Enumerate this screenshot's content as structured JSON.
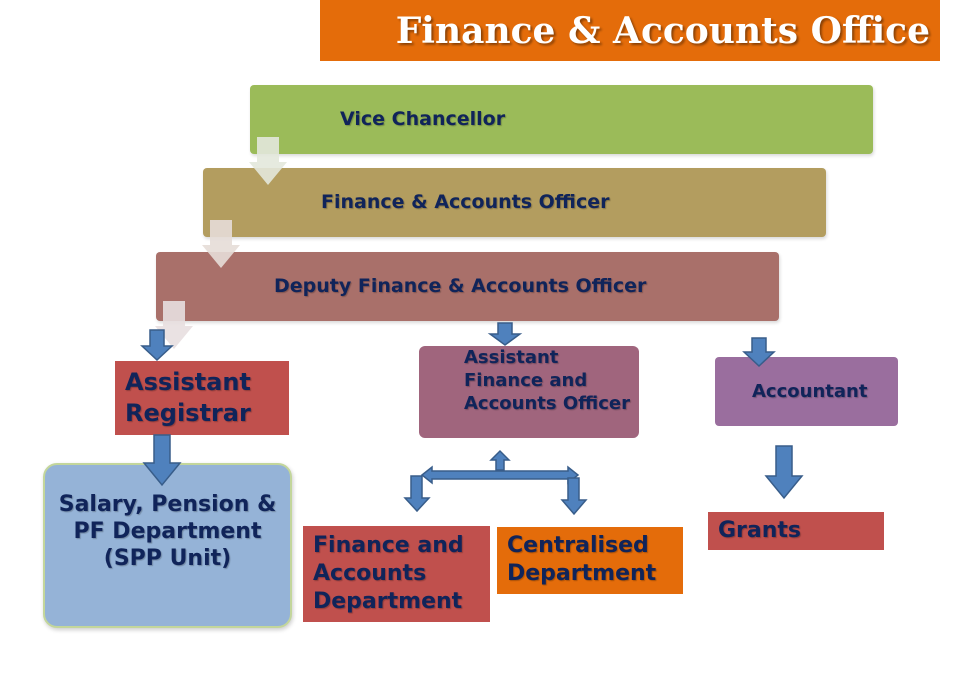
{
  "title": "Finance & Accounts Office",
  "levels": {
    "vice_chancellor": "Vice Chancellor",
    "finance_accounts_officer": "Finance & Accounts Officer",
    "deputy_officer": "Deputy Finance & Accounts Officer"
  },
  "branches": {
    "assistant_registrar": "Assistant Registrar",
    "spp_unit": "Salary, Pension & PF Department (SPP Unit)",
    "assistant_officer": "Assistant Finance and Accounts Officer",
    "accountant": "Accountant",
    "finance_accounts_department": "Finance and Accounts Department",
    "centralised_department": "Centralised Department",
    "grants": "Grants"
  },
  "colors": {
    "title": "#e46c0a",
    "vice_chancellor": "#9bbb59",
    "finance_accounts_officer": "#b39d5f",
    "deputy_officer": "#a9706a",
    "assistant_registrar": "#c0504d",
    "spp_unit": "#95b3d7",
    "assistant_officer": "#a0657d",
    "accountant": "#9a6e9e",
    "arrow": "#4f81bd"
  }
}
